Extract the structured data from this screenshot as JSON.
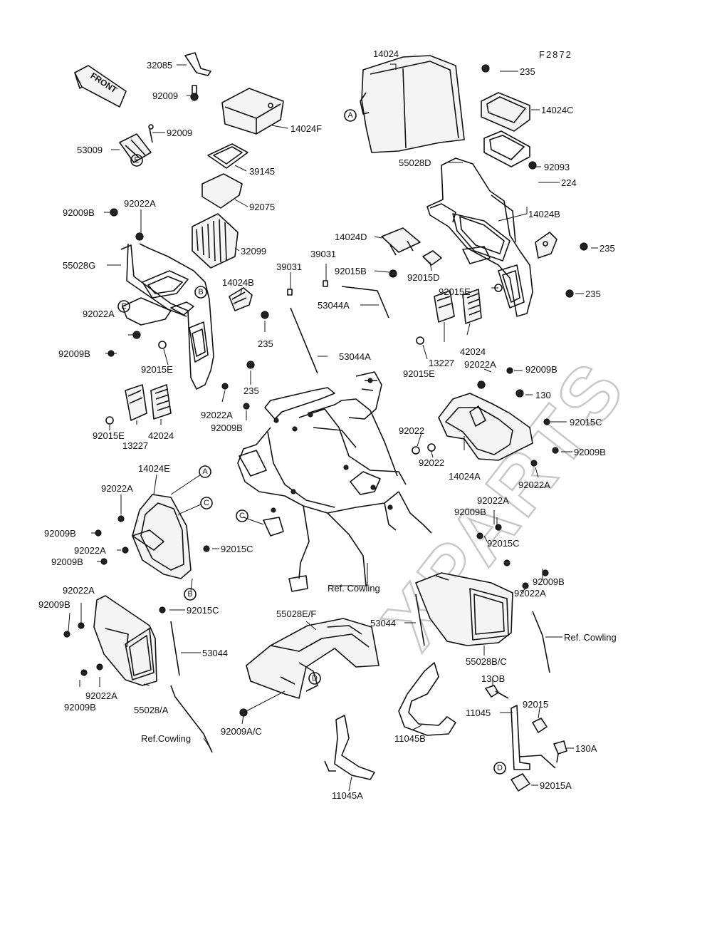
{
  "diagram_code": "F2872",
  "front_label": "FRONT",
  "watermark": "XPARTS",
  "labels": [
    {
      "id": "l1",
      "text": "32085"
    },
    {
      "id": "l2",
      "text": "92009"
    },
    {
      "id": "l3",
      "text": "14024F"
    },
    {
      "id": "l4",
      "text": "14024"
    },
    {
      "id": "l5",
      "text": "235"
    },
    {
      "id": "l6",
      "text": "14024C"
    },
    {
      "id": "l7",
      "text": "92009"
    },
    {
      "id": "l8",
      "text": "53009"
    },
    {
      "id": "l9",
      "text": "39145"
    },
    {
      "id": "l10",
      "text": "55028D"
    },
    {
      "id": "l11",
      "text": "92093"
    },
    {
      "id": "l12",
      "text": "224"
    },
    {
      "id": "l13",
      "text": "92075"
    },
    {
      "id": "l14",
      "text": "92022A"
    },
    {
      "id": "l15",
      "text": "92009B"
    },
    {
      "id": "l16",
      "text": "14024B"
    },
    {
      "id": "l17",
      "text": "14024D"
    },
    {
      "id": "l18",
      "text": "32099"
    },
    {
      "id": "l19",
      "text": "235"
    },
    {
      "id": "l20",
      "text": "55028G"
    },
    {
      "id": "l21",
      "text": "39031"
    },
    {
      "id": "l22",
      "text": "39031"
    },
    {
      "id": "l23",
      "text": "92015B"
    },
    {
      "id": "l24",
      "text": "92015D"
    },
    {
      "id": "l25",
      "text": "92015E"
    },
    {
      "id": "l26",
      "text": "14024B"
    },
    {
      "id": "l27",
      "text": "235"
    },
    {
      "id": "l28",
      "text": "53044A"
    },
    {
      "id": "l29",
      "text": "92022A"
    },
    {
      "id": "l30",
      "text": "235"
    },
    {
      "id": "l31",
      "text": "42024"
    },
    {
      "id": "l32",
      "text": "92009B"
    },
    {
      "id": "l33",
      "text": "13227"
    },
    {
      "id": "l34",
      "text": "53044A"
    },
    {
      "id": "l35",
      "text": "92015E"
    },
    {
      "id": "l36",
      "text": "92015E"
    },
    {
      "id": "l37",
      "text": "92022A"
    },
    {
      "id": "l38",
      "text": "92009B"
    },
    {
      "id": "l39",
      "text": "235"
    },
    {
      "id": "l40",
      "text": "130"
    },
    {
      "id": "l41",
      "text": "92022A"
    },
    {
      "id": "l42",
      "text": "92009B"
    },
    {
      "id": "l43",
      "text": "92015C"
    },
    {
      "id": "l44",
      "text": "92022"
    },
    {
      "id": "l45",
      "text": "92009B"
    },
    {
      "id": "l46",
      "text": "42024"
    },
    {
      "id": "l47",
      "text": "92022"
    },
    {
      "id": "l48",
      "text": "14024A"
    },
    {
      "id": "l49",
      "text": "13227"
    },
    {
      "id": "l50",
      "text": "92022A"
    },
    {
      "id": "l51",
      "text": "92015E"
    },
    {
      "id": "l52",
      "text": "14024E"
    },
    {
      "id": "l53",
      "text": "92022A"
    },
    {
      "id": "l54",
      "text": "92009B"
    },
    {
      "id": "l55",
      "text": "92022A"
    },
    {
      "id": "l56",
      "text": "92009B"
    },
    {
      "id": "l57",
      "text": "92022A"
    },
    {
      "id": "l58",
      "text": "92015C"
    },
    {
      "id": "l59",
      "text": "92015C"
    },
    {
      "id": "l60",
      "text": "92009B"
    },
    {
      "id": "l61",
      "text": "92009B"
    },
    {
      "id": "l62",
      "text": "92022A"
    },
    {
      "id": "l63",
      "text": "Ref. Cowling"
    },
    {
      "id": "l64",
      "text": "92022A"
    },
    {
      "id": "l65",
      "text": "92009B"
    },
    {
      "id": "l66",
      "text": "92015C"
    },
    {
      "id": "l67",
      "text": "55028E/F"
    },
    {
      "id": "l68",
      "text": "53044"
    },
    {
      "id": "l69",
      "text": "Ref. Cowling"
    },
    {
      "id": "l70",
      "text": "53044"
    },
    {
      "id": "l71",
      "text": "55028B/C"
    },
    {
      "id": "l72",
      "text": "92022A"
    },
    {
      "id": "l73",
      "text": "13OB"
    },
    {
      "id": "l74",
      "text": "92009B"
    },
    {
      "id": "l75",
      "text": "55028/A"
    },
    {
      "id": "l76",
      "text": "92015"
    },
    {
      "id": "l77",
      "text": "11045"
    },
    {
      "id": "l78",
      "text": "Ref.Cowling"
    },
    {
      "id": "l79",
      "text": "92009A/C"
    },
    {
      "id": "l80",
      "text": "11045B"
    },
    {
      "id": "l81",
      "text": "130A"
    },
    {
      "id": "l82",
      "text": "92015A"
    },
    {
      "id": "l83",
      "text": "11045A"
    }
  ],
  "markers": [
    {
      "id": "m1",
      "text": "A"
    },
    {
      "id": "m2",
      "text": "E"
    },
    {
      "id": "m3",
      "text": "B"
    },
    {
      "id": "m4",
      "text": "E"
    },
    {
      "id": "m5",
      "text": "A"
    },
    {
      "id": "m6",
      "text": "C"
    },
    {
      "id": "m7",
      "text": "C"
    },
    {
      "id": "m8",
      "text": "B"
    },
    {
      "id": "m9",
      "text": "D"
    },
    {
      "id": "m10",
      "text": "D"
    }
  ]
}
